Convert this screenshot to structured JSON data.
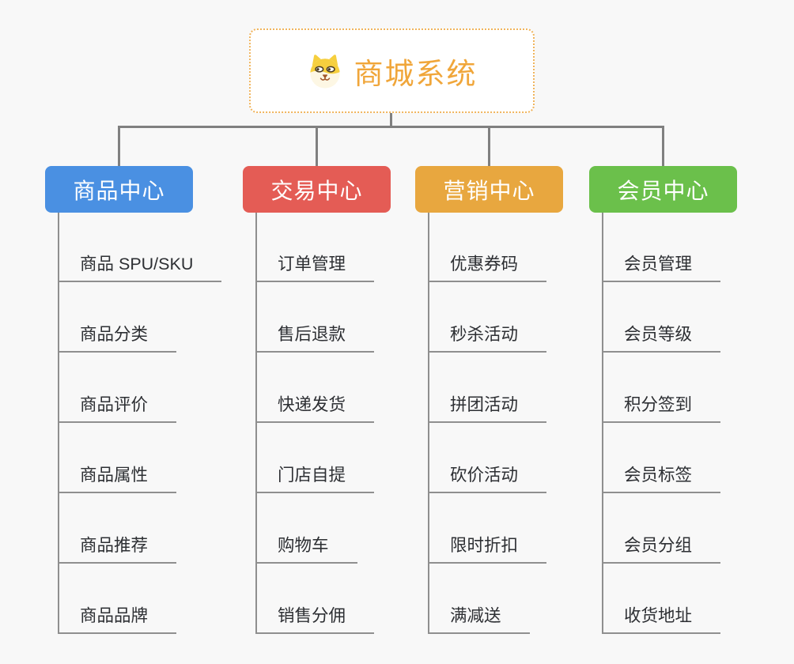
{
  "root": {
    "title": "商城系统",
    "icon": "dog-face"
  },
  "branches": [
    {
      "label": "商品中心",
      "color": "#4a90e2",
      "items": [
        "商品 SPU/SKU",
        "商品分类",
        "商品评价",
        "商品属性",
        "商品推荐",
        "商品品牌"
      ]
    },
    {
      "label": "交易中心",
      "color": "#e45c55",
      "items": [
        "订单管理",
        "售后退款",
        "快递发货",
        "门店自提",
        "购物车",
        "销售分佣"
      ]
    },
    {
      "label": "营销中心",
      "color": "#e8a73f",
      "items": [
        "优惠券码",
        "秒杀活动",
        "拼团活动",
        "砍价活动",
        "限时折扣",
        "满减送"
      ]
    },
    {
      "label": "会员中心",
      "color": "#6bc04b",
      "items": [
        "会员管理",
        "会员等级",
        "积分签到",
        "会员标签",
        "会员分组",
        "收货地址"
      ]
    }
  ],
  "colors": {
    "background": "#f8f8f8",
    "connector": "#808080",
    "underline": "#8f8f8f",
    "root_text": "#f0a63a",
    "root_border": "#f0b45c",
    "item_text": "#2d2f33"
  }
}
